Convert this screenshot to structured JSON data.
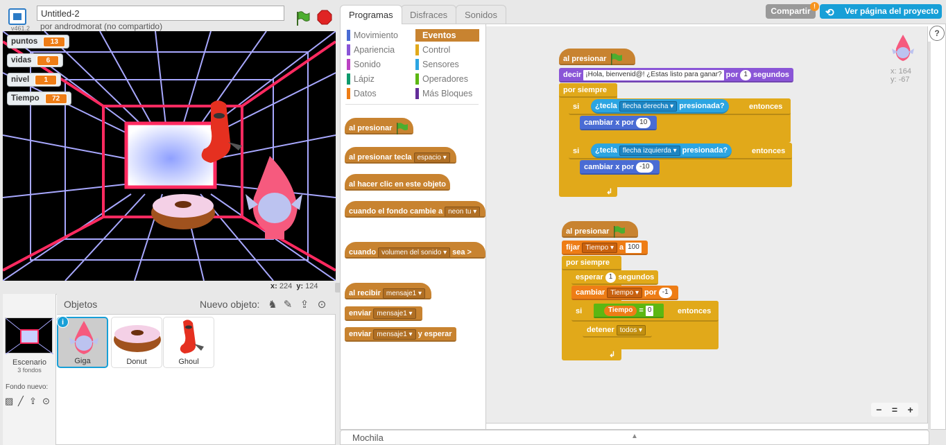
{
  "header": {
    "title_value": "Untitled-2",
    "version": "v461.2",
    "author": "por androdmorat (no compartido)"
  },
  "monitors": [
    {
      "label": "puntos",
      "value": "13"
    },
    {
      "label": "vidas",
      "value": "6"
    },
    {
      "label": "nivel",
      "value": "1"
    },
    {
      "label": "Tiempo",
      "value": "72"
    }
  ],
  "stage_coords": {
    "x_label": "x:",
    "x": "224",
    "y_label": "y:",
    "y": "124"
  },
  "sprites_panel": {
    "title": "Objetos",
    "new_sprite_label": "Nuevo objeto:",
    "stage_label": "Escenario",
    "stage_backdrops": "3 fondos",
    "new_backdrop_label": "Fondo nuevo:",
    "info_label": "i",
    "sprites": [
      {
        "name": "Giga",
        "selected": true
      },
      {
        "name": "Donut",
        "selected": false
      },
      {
        "name": "Ghoul",
        "selected": false
      }
    ]
  },
  "tabs": [
    {
      "label": "Programas",
      "active": true
    },
    {
      "label": "Disfraces",
      "active": false
    },
    {
      "label": "Sonidos",
      "active": false
    }
  ],
  "top_buttons": {
    "share": "Compartir",
    "share_badge": "!",
    "view_project": "Ver página del proyecto"
  },
  "categories": [
    {
      "label": "Movimiento",
      "color": "#4a6cd4"
    },
    {
      "label": "Eventos",
      "color": "#c88330",
      "active": true
    },
    {
      "label": "Apariencia",
      "color": "#8a55d7"
    },
    {
      "label": "Control",
      "color": "#e1a91a"
    },
    {
      "label": "Sonido",
      "color": "#bb42c3"
    },
    {
      "label": "Sensores",
      "color": "#2ca5e2"
    },
    {
      "label": "Lápiz",
      "color": "#0e9a6c"
    },
    {
      "label": "Operadores",
      "color": "#5cb712"
    },
    {
      "label": "Datos",
      "color": "#ee7d16"
    },
    {
      "label": "Más Bloques",
      "color": "#632d99"
    }
  ],
  "palette": {
    "when_flag": "al presionar",
    "when_key": "al presionar tecla",
    "key_option": "espacio",
    "when_clicked": "al hacer clic en este objeto",
    "when_backdrop": "cuando el fondo cambie a",
    "backdrop_option": "neon tu",
    "when_sensor": "cuando",
    "sensor_option": "volumen del sonido",
    "sensor_op": "sea >",
    "when_receive": "al recibir",
    "message_option": "mensaje1",
    "broadcast": "enviar",
    "broadcast_wait_prefix": "enviar",
    "broadcast_wait_suffix": "y esperar"
  },
  "script1": {
    "hat": "al presionar",
    "say_prefix": "decir",
    "say_text": "¡Hola, bienvenid@! ¿Estas listo para ganar?",
    "say_for": "por",
    "say_secs": "1",
    "say_suffix": "segundos",
    "forever": "por siempre",
    "if1": "si",
    "key_pressed_prefix": "¿tecla",
    "key1": "flecha derecha",
    "key_pressed_suffix": "presionada?",
    "then": "entonces",
    "change_x": "cambiar x por",
    "dx1": "10",
    "if2": "si",
    "key2": "flecha izquierda",
    "dx2": "-10"
  },
  "script2": {
    "hat": "al presionar",
    "set_prefix": "fijar",
    "set_var": "Tiempo",
    "set_to": "a",
    "set_value": "100",
    "forever": "por siempre",
    "wait_prefix": "esperar",
    "wait_secs": "1",
    "wait_suffix": "segundos",
    "change_prefix": "cambiar",
    "change_var": "Tiempo",
    "change_by": "por",
    "change_value": "-1",
    "if": "si",
    "cmp_var": "Tiempo",
    "cmp_op": "=",
    "cmp_value": "0",
    "then": "entonces",
    "stop_prefix": "detener",
    "stop_option": "todos"
  },
  "sprite_info": {
    "x_label": "x:",
    "x": "164",
    "y_label": "y:",
    "y": "-67"
  },
  "zoom": {
    "out": "−",
    "reset": "=",
    "in": "+"
  },
  "backpack": "Mochila",
  "help": "?"
}
